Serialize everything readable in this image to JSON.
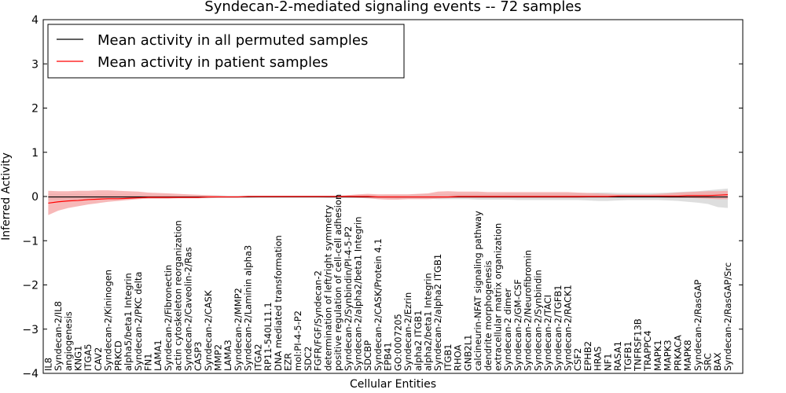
{
  "chart_data": {
    "type": "line",
    "title": "Syndecan-2-mediated signaling events -- 72 samples",
    "xlabel": "Cellular Entities",
    "ylabel": "Inferred Activity",
    "ylim": [
      -4,
      4
    ],
    "yticks": [
      -4,
      -3,
      -2,
      -1,
      0,
      1,
      2,
      3,
      4
    ],
    "ytick_labels": [
      "−4",
      "−3",
      "−2",
      "−1",
      "0",
      "1",
      "2",
      "3",
      "4"
    ],
    "legend_position": "top-left",
    "grid": false,
    "categories": [
      "IL8",
      "Syndecan-2/IL8",
      "angiogenesis",
      "KNG1",
      "ITGA5",
      "CAV2",
      "Syndecan-2/Kininogen",
      "PRKCD",
      "alpha5/beta1 Integrin",
      "Syndecan-2/PKC delta",
      "FN1",
      "LAMA1",
      "Syndecan-2/Fibronectin",
      "actin cytoskeleton reorganization",
      "Syndecan-2/Caveolin-2/Ras",
      "CASP3",
      "Syndecan-2/CASK",
      "MMP2",
      "LAMA3",
      "Syndecan-2/MMP2",
      "Syndecan-2/Laminin alpha3",
      "ITGA2",
      "RP11-540L11.1",
      "DNA mediated transformation",
      "EZR",
      "mol:PI-4-5-P2",
      "SDC2",
      "FGFR/FGF/Syndecan-2",
      "determination of left/right symmetry",
      "positive regulation of cell-cell adhesion",
      "Syndecan-2/Synbindin/PI-4-5-P2",
      "Syndecan-2/alpha2/beta1 Integrin",
      "SDCBP",
      "Syndecan-2/CASK/Protein 4.1",
      "EPB41",
      "GO:0007205",
      "Syndecan-2/Ezrin",
      "alpha2 ITGB1",
      "alpha2/beta1 Integrin",
      "Syndecan-2/alpha2 ITGB1",
      "ITGB1",
      "RHOA",
      "GNB2L1",
      "calcineurin-NFAT signaling pathway",
      "dendrite morphogenesis",
      "extracellular matrix organization",
      "Syndecan-2 dimer",
      "Syndecan-2/GM-CSF",
      "Syndecan-2/Neurofibromin",
      "Syndecan-2/Synbindin",
      "Syndecan-2/TACI",
      "Syndecan-2/TGFB1",
      "Syndecan-2/RACK1",
      "CSF2",
      "EPHB2",
      "HRAS",
      "NF1",
      "RASA1",
      "TGFB1",
      "TNFRSF13B",
      "TRAPPC4",
      "MAPK1",
      "MAPK3",
      "PRKACA",
      "MAPK8",
      "Syndecan-2/RasGAP",
      "SRC",
      "BAX",
      "Syndecan-2/RasGAP/Src"
    ],
    "series": [
      {
        "name": "Mean activity in all permuted samples",
        "color": "#000000",
        "band_color": "#c8c8c8",
        "values": [
          -0.01,
          -0.01,
          -0.01,
          -0.01,
          -0.01,
          -0.01,
          -0.01,
          -0.01,
          -0.01,
          -0.01,
          -0.01,
          -0.01,
          -0.01,
          -0.01,
          -0.01,
          -0.01,
          -0.01,
          -0.01,
          -0.01,
          -0.01,
          -0.01,
          -0.01,
          -0.01,
          -0.01,
          -0.01,
          -0.01,
          -0.01,
          -0.01,
          -0.01,
          -0.01,
          -0.01,
          -0.01,
          -0.01,
          -0.01,
          -0.01,
          -0.01,
          -0.01,
          -0.01,
          -0.01,
          -0.01,
          -0.01,
          -0.01,
          -0.01,
          -0.01,
          -0.01,
          -0.01,
          -0.01,
          -0.01,
          -0.01,
          -0.01,
          -0.01,
          -0.01,
          -0.01,
          -0.01,
          -0.01,
          -0.01,
          -0.01,
          -0.01,
          -0.01,
          -0.01,
          -0.01,
          -0.01,
          -0.01,
          -0.01,
          -0.01,
          -0.01,
          -0.01,
          -0.01,
          -0.01
        ],
        "lower": [
          -0.08,
          -0.08,
          -0.08,
          -0.07,
          -0.07,
          -0.07,
          -0.06,
          -0.06,
          -0.06,
          -0.05,
          -0.05,
          -0.05,
          -0.05,
          -0.04,
          -0.04,
          -0.04,
          -0.04,
          -0.03,
          -0.03,
          -0.03,
          -0.03,
          -0.02,
          -0.02,
          -0.02,
          -0.02,
          -0.02,
          -0.02,
          -0.02,
          -0.03,
          -0.03,
          -0.03,
          -0.03,
          -0.04,
          -0.04,
          -0.04,
          -0.05,
          -0.05,
          -0.05,
          -0.05,
          -0.06,
          -0.06,
          -0.06,
          -0.06,
          -0.07,
          -0.07,
          -0.07,
          -0.07,
          -0.08,
          -0.08,
          -0.08,
          -0.08,
          -0.08,
          -0.08,
          -0.08,
          -0.09,
          -0.1,
          -0.1,
          -0.09,
          -0.08,
          -0.08,
          -0.08,
          -0.08,
          -0.09,
          -0.1,
          -0.12,
          -0.14,
          -0.17,
          -0.24,
          -0.26
        ],
        "upper": [
          0.06,
          0.06,
          0.06,
          0.06,
          0.05,
          0.05,
          0.05,
          0.05,
          0.05,
          0.04,
          0.04,
          0.04,
          0.04,
          0.03,
          0.03,
          0.03,
          0.03,
          0.03,
          0.02,
          0.02,
          0.02,
          0.02,
          0.02,
          0.02,
          0.02,
          0.02,
          0.02,
          0.02,
          0.02,
          0.02,
          0.03,
          0.03,
          0.03,
          0.03,
          0.04,
          0.04,
          0.04,
          0.05,
          0.05,
          0.05,
          0.05,
          0.06,
          0.06,
          0.06,
          0.06,
          0.06,
          0.07,
          0.07,
          0.07,
          0.07,
          0.07,
          0.07,
          0.07,
          0.07,
          0.08,
          0.09,
          0.09,
          0.08,
          0.08,
          0.08,
          0.08,
          0.08,
          0.09,
          0.1,
          0.11,
          0.12,
          0.14,
          0.16,
          0.18
        ]
      },
      {
        "name": "Mean activity in patient samples",
        "color": "#ff0000",
        "band_color": "#f4a0a0",
        "values": [
          -0.15,
          -0.12,
          -0.1,
          -0.09,
          -0.07,
          -0.06,
          -0.05,
          -0.05,
          -0.04,
          -0.03,
          -0.02,
          -0.02,
          -0.02,
          -0.02,
          -0.02,
          -0.02,
          -0.01,
          -0.01,
          -0.01,
          -0.01,
          0.0,
          0.0,
          0.0,
          0.0,
          0.0,
          0.0,
          0.0,
          0.0,
          0.0,
          0.0,
          0.0,
          0.0,
          0.0,
          -0.01,
          -0.01,
          -0.01,
          -0.01,
          -0.01,
          -0.01,
          -0.01,
          -0.01,
          0.0,
          0.0,
          0.0,
          0.0,
          0.0,
          0.0,
          0.0,
          0.0,
          0.0,
          0.0,
          0.0,
          0.0,
          0.0,
          0.0,
          0.0,
          0.0,
          0.01,
          0.01,
          0.01,
          0.01,
          0.01,
          0.01,
          0.01,
          0.02,
          0.02,
          0.02,
          0.03,
          0.04
        ],
        "lower": [
          -0.42,
          -0.32,
          -0.26,
          -0.22,
          -0.18,
          -0.15,
          -0.12,
          -0.1,
          -0.08,
          -0.06,
          -0.05,
          -0.05,
          -0.05,
          -0.04,
          -0.04,
          -0.04,
          -0.03,
          -0.02,
          -0.02,
          -0.02,
          -0.01,
          -0.01,
          -0.01,
          -0.01,
          -0.01,
          -0.01,
          -0.01,
          -0.01,
          -0.01,
          -0.01,
          -0.02,
          -0.03,
          -0.04,
          -0.06,
          -0.07,
          -0.07,
          -0.06,
          -0.06,
          -0.06,
          -0.05,
          -0.04,
          -0.03,
          -0.03,
          -0.03,
          -0.03,
          -0.03,
          -0.03,
          -0.03,
          -0.03,
          -0.03,
          -0.03,
          -0.03,
          -0.03,
          -0.03,
          -0.02,
          -0.02,
          -0.02,
          -0.02,
          -0.02,
          -0.02,
          -0.02,
          -0.02,
          -0.03,
          -0.03,
          -0.03,
          -0.04,
          -0.05,
          -0.06,
          -0.06
        ],
        "upper": [
          0.13,
          0.12,
          0.12,
          0.13,
          0.13,
          0.14,
          0.14,
          0.13,
          0.12,
          0.11,
          0.09,
          0.08,
          0.07,
          0.06,
          0.05,
          0.04,
          0.03,
          0.02,
          0.01,
          0.01,
          0.01,
          0.01,
          0.01,
          0.01,
          0.01,
          0.01,
          0.01,
          0.01,
          0.01,
          0.01,
          0.03,
          0.05,
          0.06,
          0.05,
          0.05,
          0.05,
          0.05,
          0.06,
          0.07,
          0.11,
          0.12,
          0.11,
          0.11,
          0.11,
          0.1,
          0.1,
          0.1,
          0.1,
          0.1,
          0.1,
          0.1,
          0.1,
          0.1,
          0.09,
          0.08,
          0.07,
          0.06,
          0.05,
          0.05,
          0.05,
          0.05,
          0.06,
          0.07,
          0.09,
          0.1,
          0.11,
          0.12,
          0.12,
          0.13
        ]
      }
    ]
  }
}
